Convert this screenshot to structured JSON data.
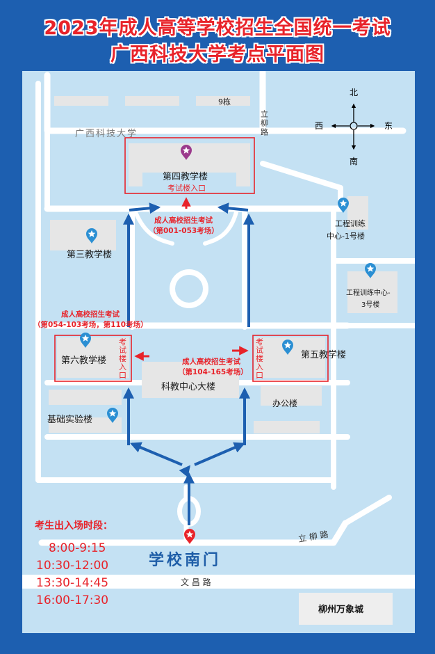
{
  "title": {
    "line1": "2023年成人高等学校招生全国统一考试",
    "line2": "广西科技大学考点平面图"
  },
  "compass": {
    "north": "北",
    "south": "南",
    "east": "东",
    "west": "西"
  },
  "roads": {
    "liliu_vertical": "立柳路",
    "liliu_horizontal": "立 柳 路",
    "wenchang": "文    昌    路"
  },
  "campus_label": "广西科技大学",
  "buildings": {
    "building9": "9栋",
    "teaching4": "第四教学楼",
    "teaching3": "第三教学楼",
    "teaching6": "第六教学楼",
    "teaching5": "第五教学楼",
    "science_center": "科教中心大楼",
    "office": "办公楼",
    "lab": "基础实验楼",
    "training1_line1": "工程训练",
    "training1_line2": "中心-1号楼",
    "training3_line1": "工程训练中心-",
    "training3_line2": "3号楼",
    "wanxiang": "柳州万象城"
  },
  "entrances": {
    "teaching4": "考试楼入口",
    "vertical_chars": [
      "考",
      "试",
      "楼",
      "入",
      "口"
    ]
  },
  "exam_notes": {
    "top_title": "成人高校招生考试",
    "top_rooms": "（第001-053考场）",
    "left_title": "成人高校招生考试",
    "left_rooms": "（第054-103考场，第110考场）",
    "right_title": "成人高校招生考试",
    "right_rooms": "（第104-165考场）"
  },
  "south_gate": "学校南门",
  "times": {
    "heading": "考生出入场时段：",
    "slots": [
      "8:00-9:15",
      "10:30-12:00",
      "13:30-14:45",
      "16:00-17:30"
    ]
  },
  "colors": {
    "frame": "#1d5fb0",
    "map_bg": "#c4e1f3",
    "road": "#ffffff",
    "building": "#e6e6e6",
    "highlight": "#e8232a",
    "path_arrow": "#1d5fb0",
    "gate_text": "#1f5ea8"
  },
  "icons": {
    "location_pin": "teardrop pin with star",
    "main_pin": "purple pin with star",
    "gate_pin": "red pin with star"
  }
}
